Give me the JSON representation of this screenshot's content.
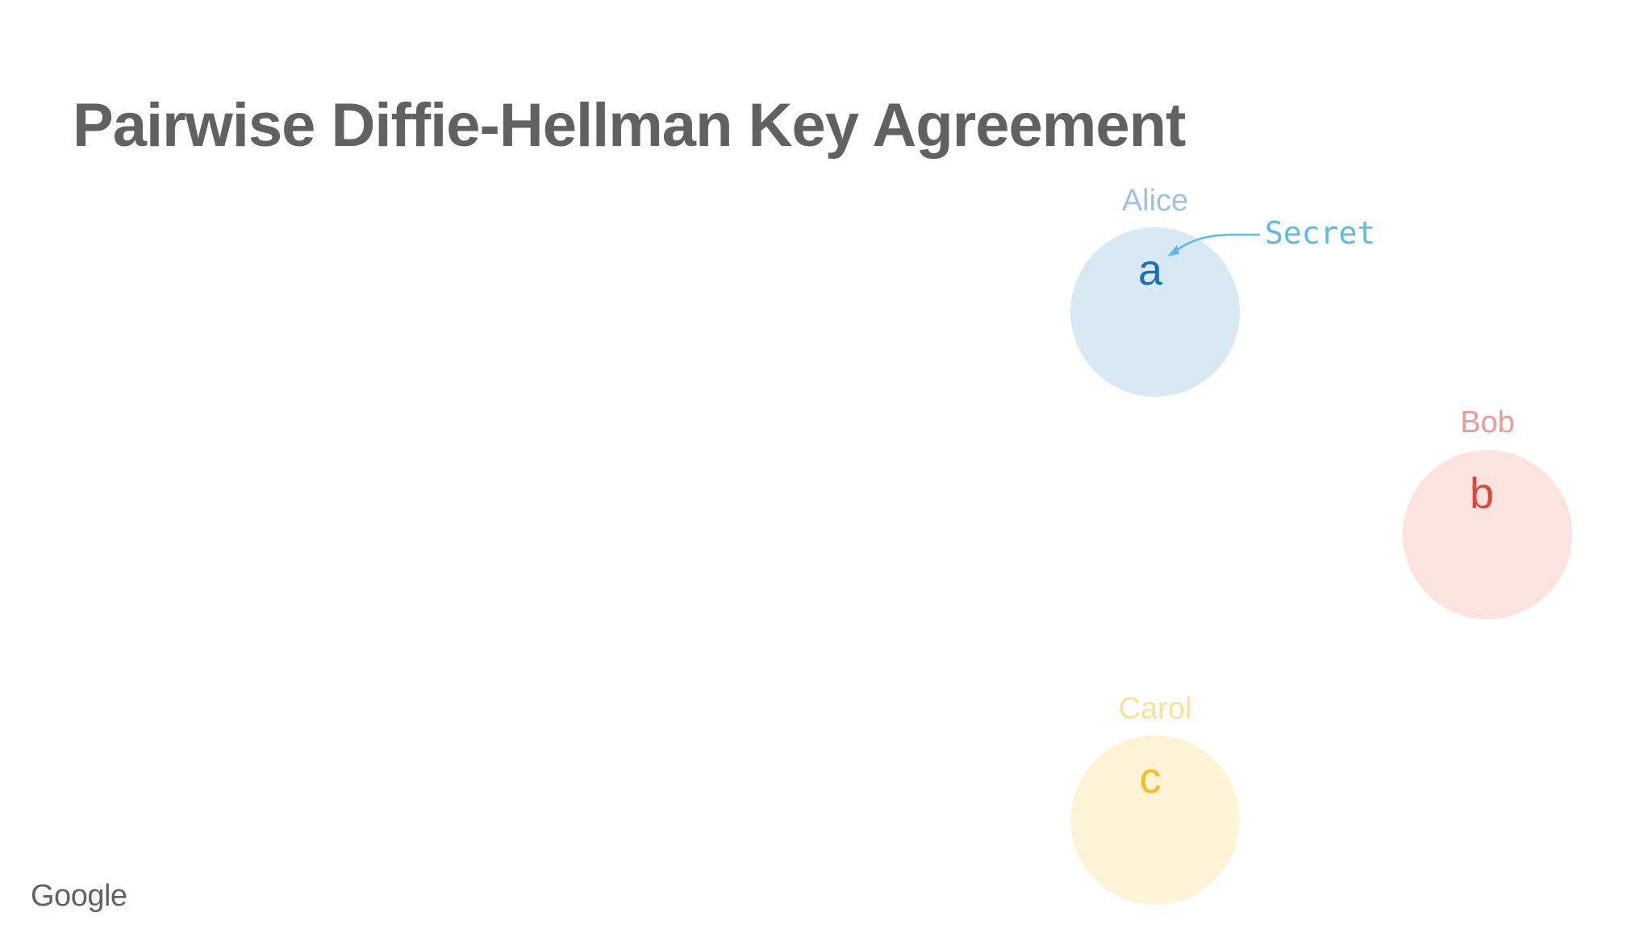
{
  "slide": {
    "title": "Pairwise Diffie-Hellman Key Agreement",
    "logo_text": "Google"
  },
  "participants": [
    {
      "name": "Alice",
      "secret": "a",
      "name_color": "#9fc2e0",
      "circle_color": "#d9e9f4",
      "letter_color": "#1a6fb5"
    },
    {
      "name": "Bob",
      "secret": "b",
      "name_color": "#ec9a96",
      "circle_color": "#fbe3e0",
      "letter_color": "#e0473c"
    },
    {
      "name": "Carol",
      "secret": "c",
      "name_color": "#fbe09a",
      "circle_color": "#fef3d7",
      "letter_color": "#f5bd1f"
    }
  ],
  "annotation": {
    "label": "Secret",
    "color": "#5bbbe6"
  }
}
